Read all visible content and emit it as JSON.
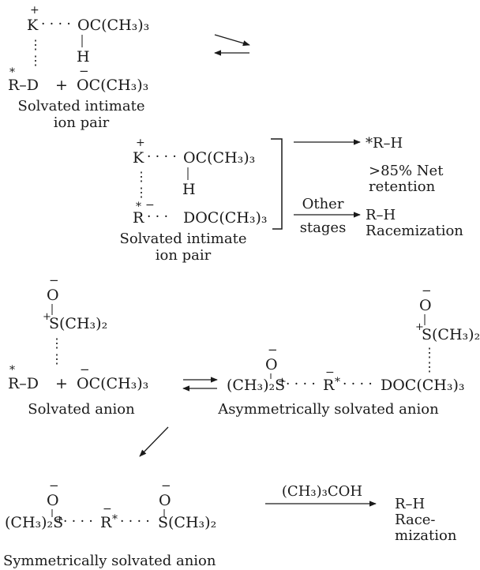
{
  "section1": {
    "k_cation": "K",
    "plus": "+",
    "minus": "−",
    "bonds_to": "· · · ·",
    "solvent": "OC(CH₃)₃",
    "proton": "H",
    "vdots": "⋮",
    "substrate": "R–D",
    "star": "*",
    "plus_op": "+",
    "alkoxide": "OC(CH₃)₃",
    "caption_line1": "Solvated intimate",
    "caption_line2": "ion pair"
  },
  "section2": {
    "k_cation": "K",
    "solvent": "OC(CH₃)₃",
    "proton": "H",
    "carbanion": "R",
    "dotted": "· · ·",
    "deuterated_solvent": "DOC(CH₃)₃",
    "caption_line1": "Solvated intimate",
    "caption_line2": "ion pair",
    "product_retention": "*R–H",
    "retention_line1": ">85% Net",
    "retention_line2": "retention",
    "arrow_label_top": "Other",
    "arrow_label_bottom": "stages",
    "product_racemization": "R–H",
    "racemization_label": "Racemization"
  },
  "section3": {
    "sulfoxide_oxygen": "O",
    "sulfonium": "S(CH₃)₂",
    "substrate": "R–D",
    "alkoxide": "OC(CH₃)₃",
    "caption_left": "Solvated anion",
    "asym_left": "(CH₃)₂S",
    "asym_dots1": "· · · ·",
    "asym_carbanion": "R",
    "asym_dots2": "· · · ·",
    "asym_right": "DOC(CH₃)₃",
    "caption_right": "Asymmetrically solvated anion"
  },
  "section4": {
    "sym_left": "(CH₃)₂S",
    "sym_dots1": "· · · ·",
    "sym_carbanion": "R",
    "sym_dots2": "· · · ·",
    "sym_right": "S(CH₃)₂",
    "reagent": "(CH₃)₃COH",
    "product": "R–H",
    "product_label_line1": "Race-",
    "product_label_line2": "mization",
    "caption": "Symmetrically solvated anion"
  }
}
